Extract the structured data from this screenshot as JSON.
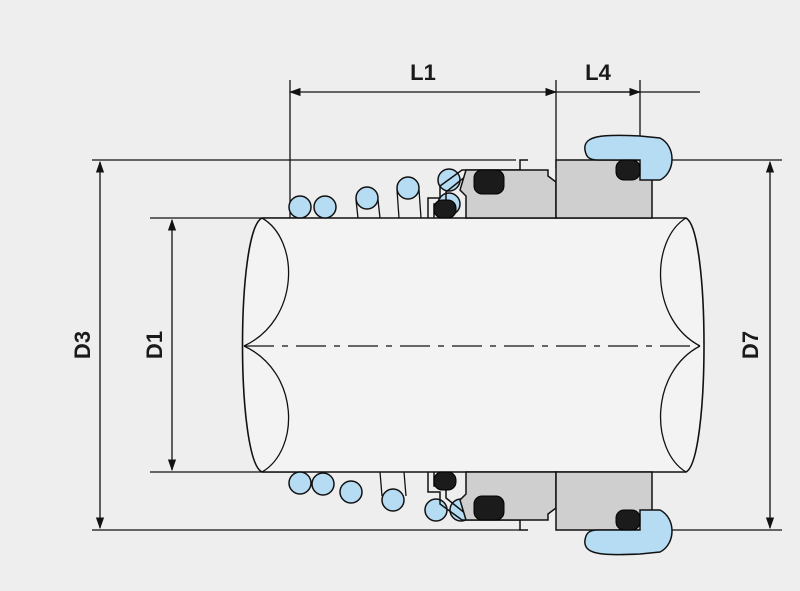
{
  "dimensions": {
    "l1": "L1",
    "l4": "L4",
    "d3": "D3",
    "d1": "D1",
    "d7": "D7"
  },
  "colors": {
    "background": "#eeeeee",
    "spring": "#b6dcf4",
    "metal": "#cfcfcf",
    "o_ring": "#1b1b1b",
    "line": "#111111"
  }
}
